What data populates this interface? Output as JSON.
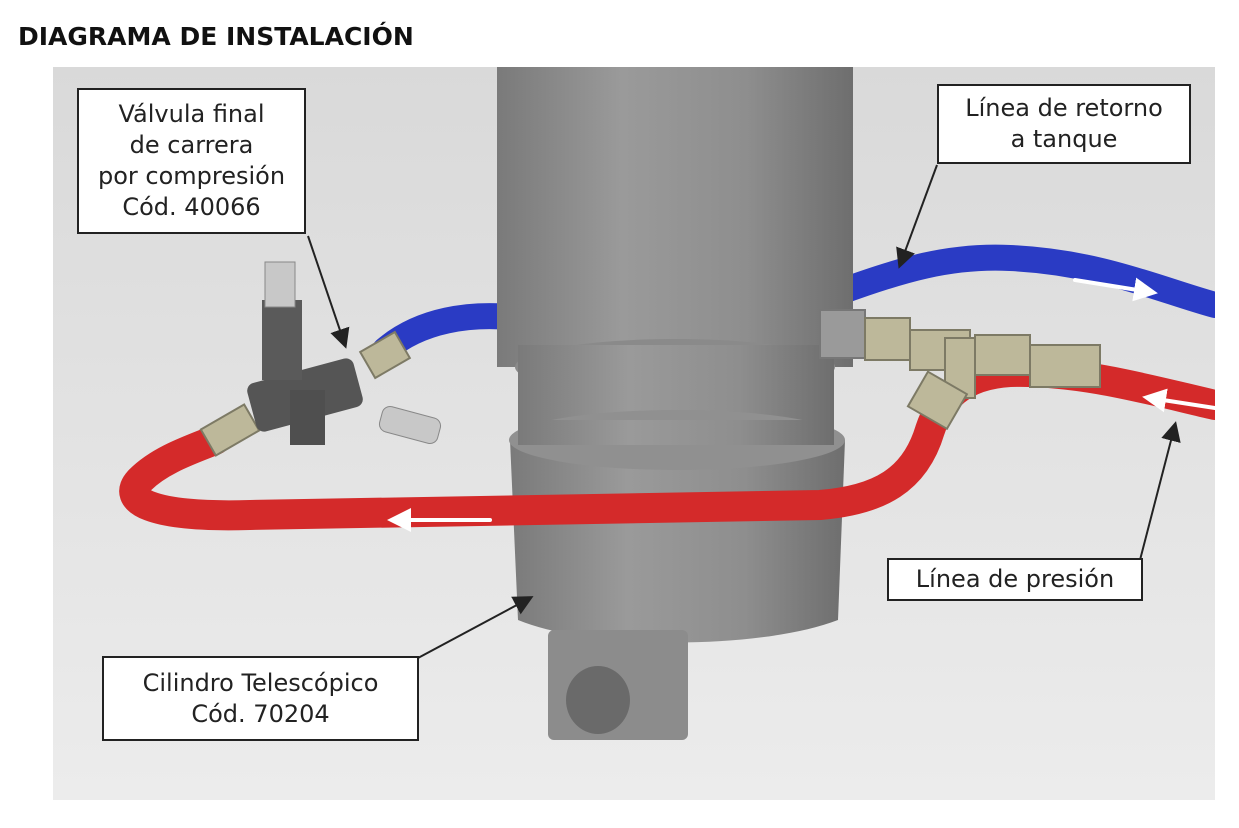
{
  "title": "DIAGRAMA DE INSTALACIÓN",
  "labels": {
    "valve": {
      "line1": "Válvula final",
      "line2": "de carrera",
      "line3": "por compresión",
      "line4": "Cód. 40066"
    },
    "return_line": {
      "line1": "Línea de retorno",
      "line2": "a tanque"
    },
    "pressure_line": {
      "line1": "Línea de presión"
    },
    "cylinder": {
      "line1": "Cilindro Telescópico",
      "line2": "Cód. 70204"
    }
  },
  "colors": {
    "pressure_hose": "#d42a2a",
    "return_hose": "#2a3bc4",
    "cylinder": "#8c8c8c",
    "background": "#e3e3e3"
  }
}
